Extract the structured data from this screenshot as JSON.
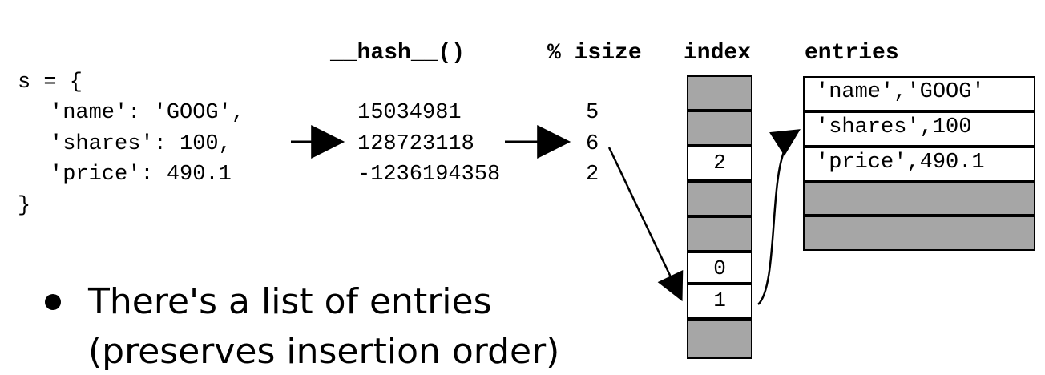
{
  "headers": {
    "hash": "__hash__()",
    "isize": "% isize",
    "index": "index",
    "entries": "entries"
  },
  "code": {
    "open": "s = {",
    "lines": [
      "'name': 'GOOG',",
      "'shares': 100,",
      "'price': 490.1"
    ],
    "close": "}"
  },
  "hashes": [
    "15034981",
    "128723118",
    "-1236194358"
  ],
  "mods": [
    "5",
    "6",
    "2"
  ],
  "index_slots": [
    "",
    "",
    "2",
    "",
    "",
    "0",
    "1",
    ""
  ],
  "entries": [
    "'name','GOOG'",
    "'shares',100",
    "'price',490.1",
    "",
    ""
  ],
  "bullet": {
    "line1": "There's a list of entries",
    "line2": "(preserves insertion order)"
  }
}
